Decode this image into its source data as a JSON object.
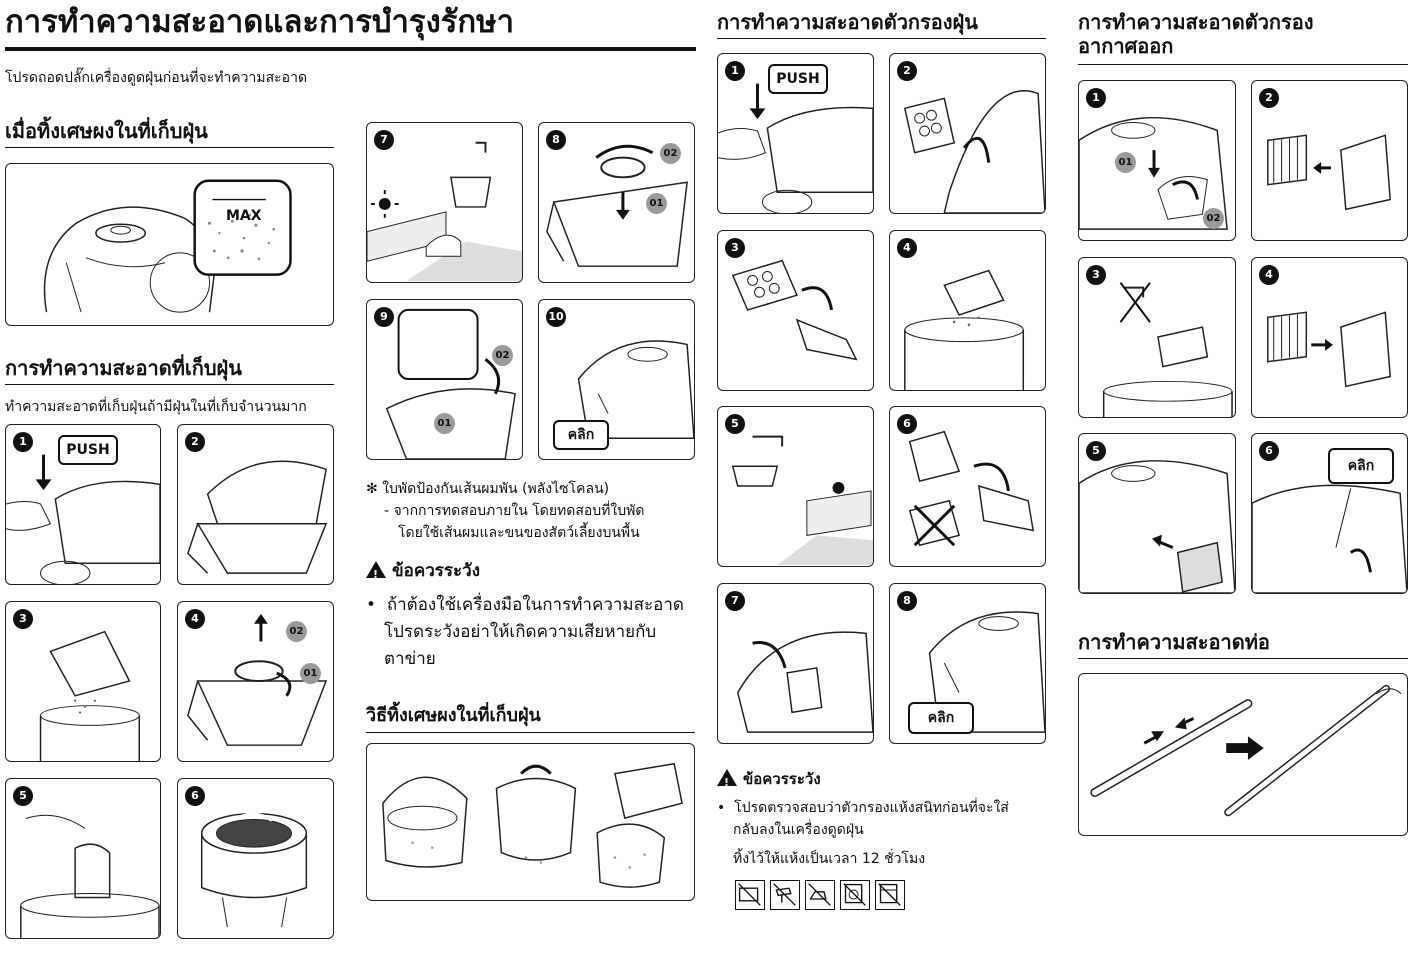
{
  "page": {
    "title": "การทำความสะอาดและการบำรุงรักษา",
    "intro": "โปรดถอดปลั๊กเครื่องดูดฝุ่นก่อนที่จะทำความสะอาด"
  },
  "section_full": {
    "heading": "เมื่อทิ้งเศษผงในที่เก็บฝุ่น",
    "max_label": "MAX"
  },
  "section_bin": {
    "heading": "การทำความสะอาดที่เก็บฝุ่น",
    "subtext": "ทำความสะอาดที่เก็บฝุ่นถ้ามีฝุ่นในที่เก็บจำนวนมาก",
    "push_label": "PUSH",
    "click_label": "คลิก",
    "badge_01": "01",
    "badge_02": "02",
    "steps": [
      "1",
      "2",
      "3",
      "4",
      "5",
      "6",
      "7",
      "8",
      "9",
      "10"
    ]
  },
  "notes": {
    "asterisk": "✻",
    "note_title": "ใบพัดป้องกันเส้นผมพัน (พลังไซโคลน)",
    "note_line1": "- จากการทดสอบภายใน โดยทดสอบที่ใบพัด",
    "note_line2": "โดยใช้เส้นผมและขนของสัตว์เลี้ยงบนพื้น",
    "caution_heading": "ข้อควรระวัง",
    "caution_bullet": "•",
    "caution_line1": "ถ้าต้องใช้เครื่องมือในการทำความสะอาด",
    "caution_line2": "โปรดระวังอย่าให้เกิดความเสียหายกับ",
    "caution_line3": "ตาข่าย"
  },
  "section_dispose": {
    "heading": "วิธีทิ้งเศษผงในที่เก็บฝุ่น"
  },
  "section_filter": {
    "heading": "การทำความสะอาดตัวกรองฝุ่น",
    "push_label": "PUSH",
    "click_label": "คลิก",
    "steps": [
      "1",
      "2",
      "3",
      "4",
      "5",
      "6",
      "7",
      "8"
    ],
    "caution_heading": "ข้อควรระวัง",
    "caution_bullet": "•",
    "caution_line1": "โปรดตรวจสอบว่าตัวกรองแห้งสนิทก่อนที่จะใส่",
    "caution_line2": "กลับลงในเครื่องดูดฝุ่น",
    "dry_note": "ทิ้งไว้ให้แห้งเป็นเวลา 12 ชั่วโมง",
    "care_icons": [
      "no-microwave-icon",
      "no-hair-dryer-icon",
      "no-iron-icon",
      "no-washing-machine-icon",
      "no-dishwasher-icon"
    ]
  },
  "section_exhaust": {
    "heading_line1": "การทำความสะอาดตัวกรอง",
    "heading_line2": "อากาศออก",
    "click_label": "คลิก",
    "badge_01": "01",
    "badge_02": "02",
    "steps": [
      "1",
      "2",
      "3",
      "4",
      "5",
      "6"
    ]
  },
  "section_pipe": {
    "heading": "การทำความสะอาดท่อ"
  }
}
